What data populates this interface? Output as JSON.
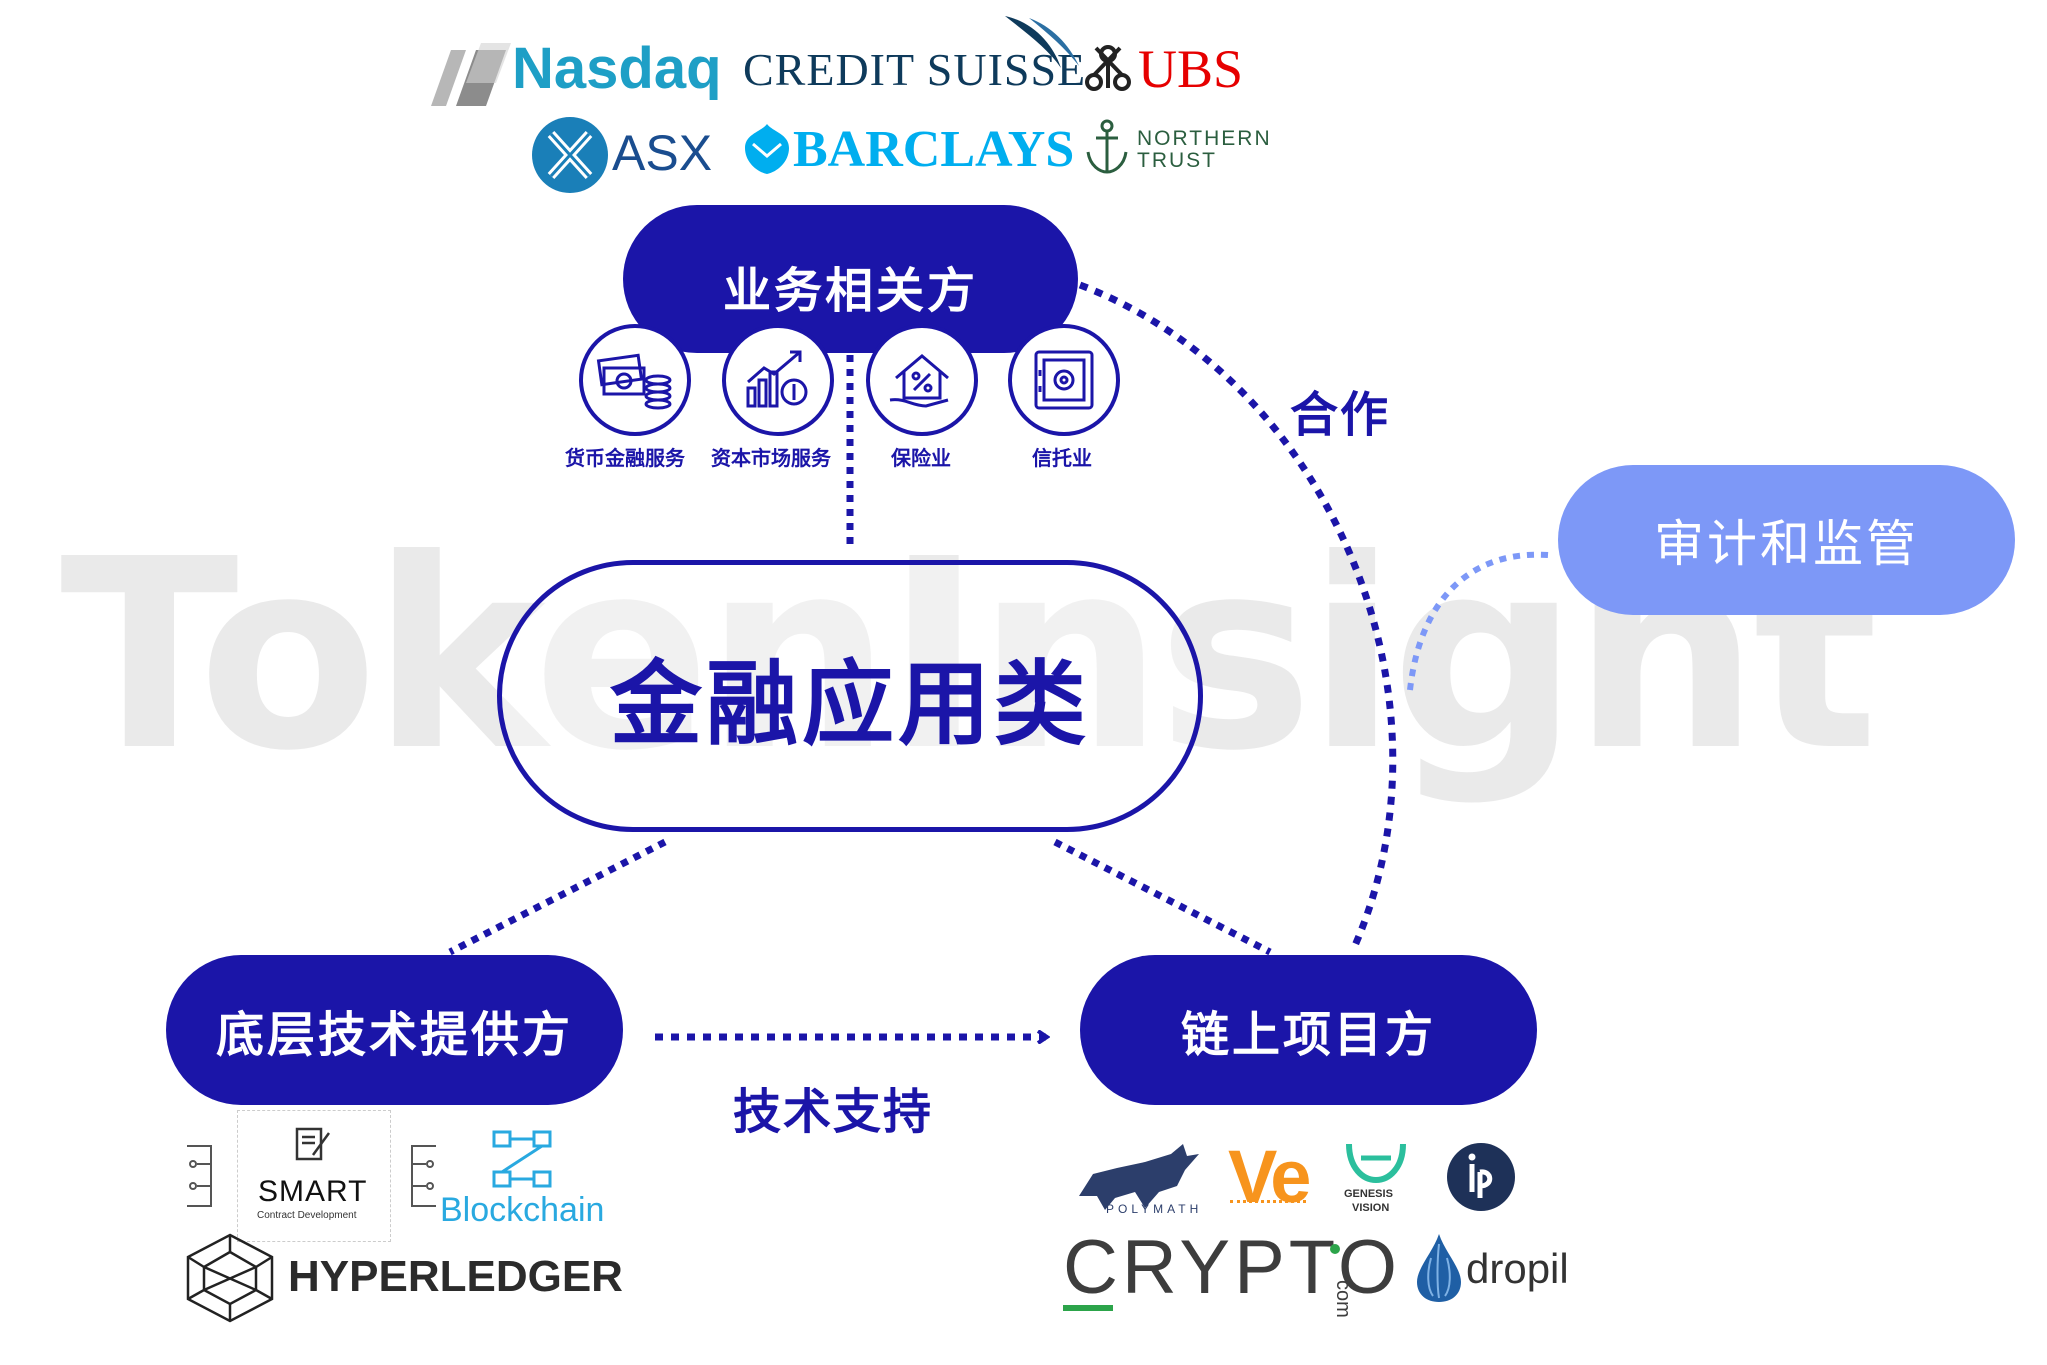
{
  "watermark": "TokenInsight",
  "nodes": {
    "top": "业务相关方",
    "center": "金融应用类",
    "left": "底层技术提供方",
    "right": "链上项目方",
    "audit": "审计和监管"
  },
  "edges": {
    "cooperation": "合作",
    "tech_support": "技术支持"
  },
  "services": [
    {
      "label": "货币金融服务",
      "icon": "money-icon"
    },
    {
      "label": "资本市场服务",
      "icon": "market-growth-icon"
    },
    {
      "label": "保险业",
      "icon": "house-insurance-icon"
    },
    {
      "label": "信托业",
      "icon": "safe-icon"
    }
  ],
  "stakeholder_logos": {
    "nasdaq": "Nasdaq",
    "credit_suisse": "CREDIT SUISSE",
    "ubs": "UBS",
    "asx": "ASX",
    "barclays": "BARCLAYS",
    "northern_trust_1": "NORTHERN",
    "northern_trust_2": "TRUST"
  },
  "tech_logos": {
    "smart": "SMART",
    "smart_sub": "Contract Development",
    "blockchain": "Blockchain",
    "hyperledger": "HYPERLEDGER"
  },
  "project_logos": {
    "polymath": "POLYMATH",
    "ve": "Ve",
    "genesis_1": "GENESIS",
    "genesis_2": "VISION",
    "crypto": "CRYPTO",
    "crypto_com": "com",
    "dropil": "dropil"
  },
  "colors": {
    "primary": "#1b15a8",
    "audit": "#7d98f7",
    "nasdaq": "#1e9fc6",
    "credit_suisse": "#0e3a5b",
    "ubs": "#e60000",
    "barclays": "#00aeef",
    "northern_trust": "#2b5e3f",
    "blockchain": "#29a9e0",
    "ve": "#f7941d",
    "genesis": "#2bbf9d",
    "crypto": "#3d3d3d",
    "dropil": "#1f5fa5"
  }
}
